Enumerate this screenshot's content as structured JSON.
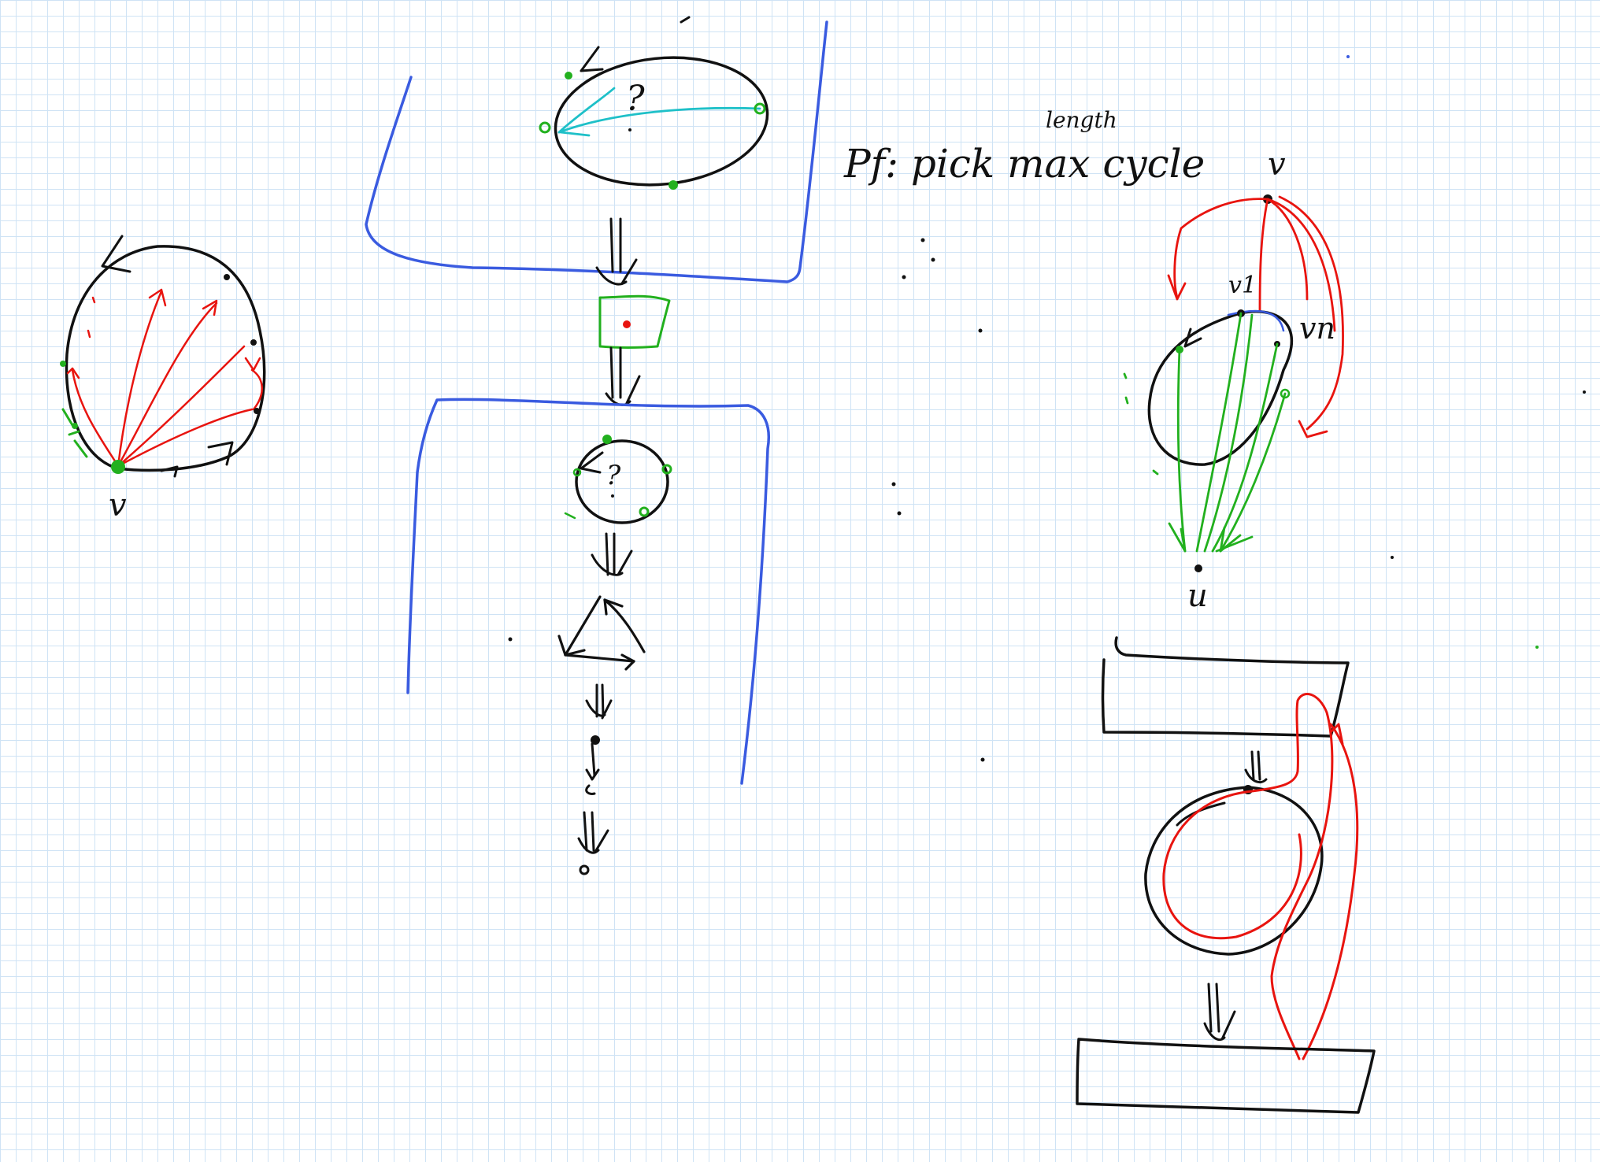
{
  "labels": {
    "v_left": "v",
    "question_top": "?",
    "question_small": "?",
    "length": "length",
    "pf": "Pf: pick max cycle",
    "v_right": "v",
    "v1": "v1",
    "vn": "vn",
    "u_right": "u"
  },
  "colors": {
    "black": "#111111",
    "red": "#e8140f",
    "green": "#22b01e",
    "cyan": "#1ec0c8",
    "blue": "#3a5be0"
  }
}
